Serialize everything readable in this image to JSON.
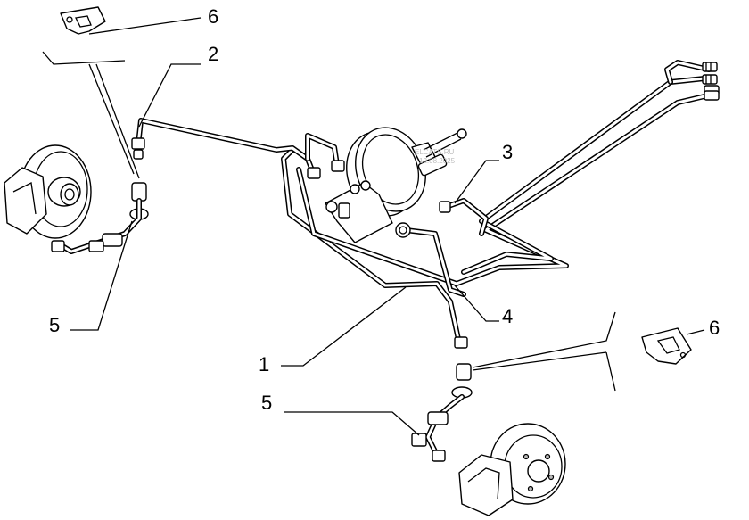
{
  "watermark": {
    "line1": "ELCATS.RU",
    "line2": "12.08.2025"
  },
  "callouts": [
    {
      "id": "1",
      "label": "1"
    },
    {
      "id": "2",
      "label": "2"
    },
    {
      "id": "3",
      "label": "3"
    },
    {
      "id": "4",
      "label": "4"
    },
    {
      "id": "5a",
      "label": "5"
    },
    {
      "id": "5b",
      "label": "5"
    },
    {
      "id": "6a",
      "label": "6"
    },
    {
      "id": "6b",
      "label": "6"
    }
  ]
}
